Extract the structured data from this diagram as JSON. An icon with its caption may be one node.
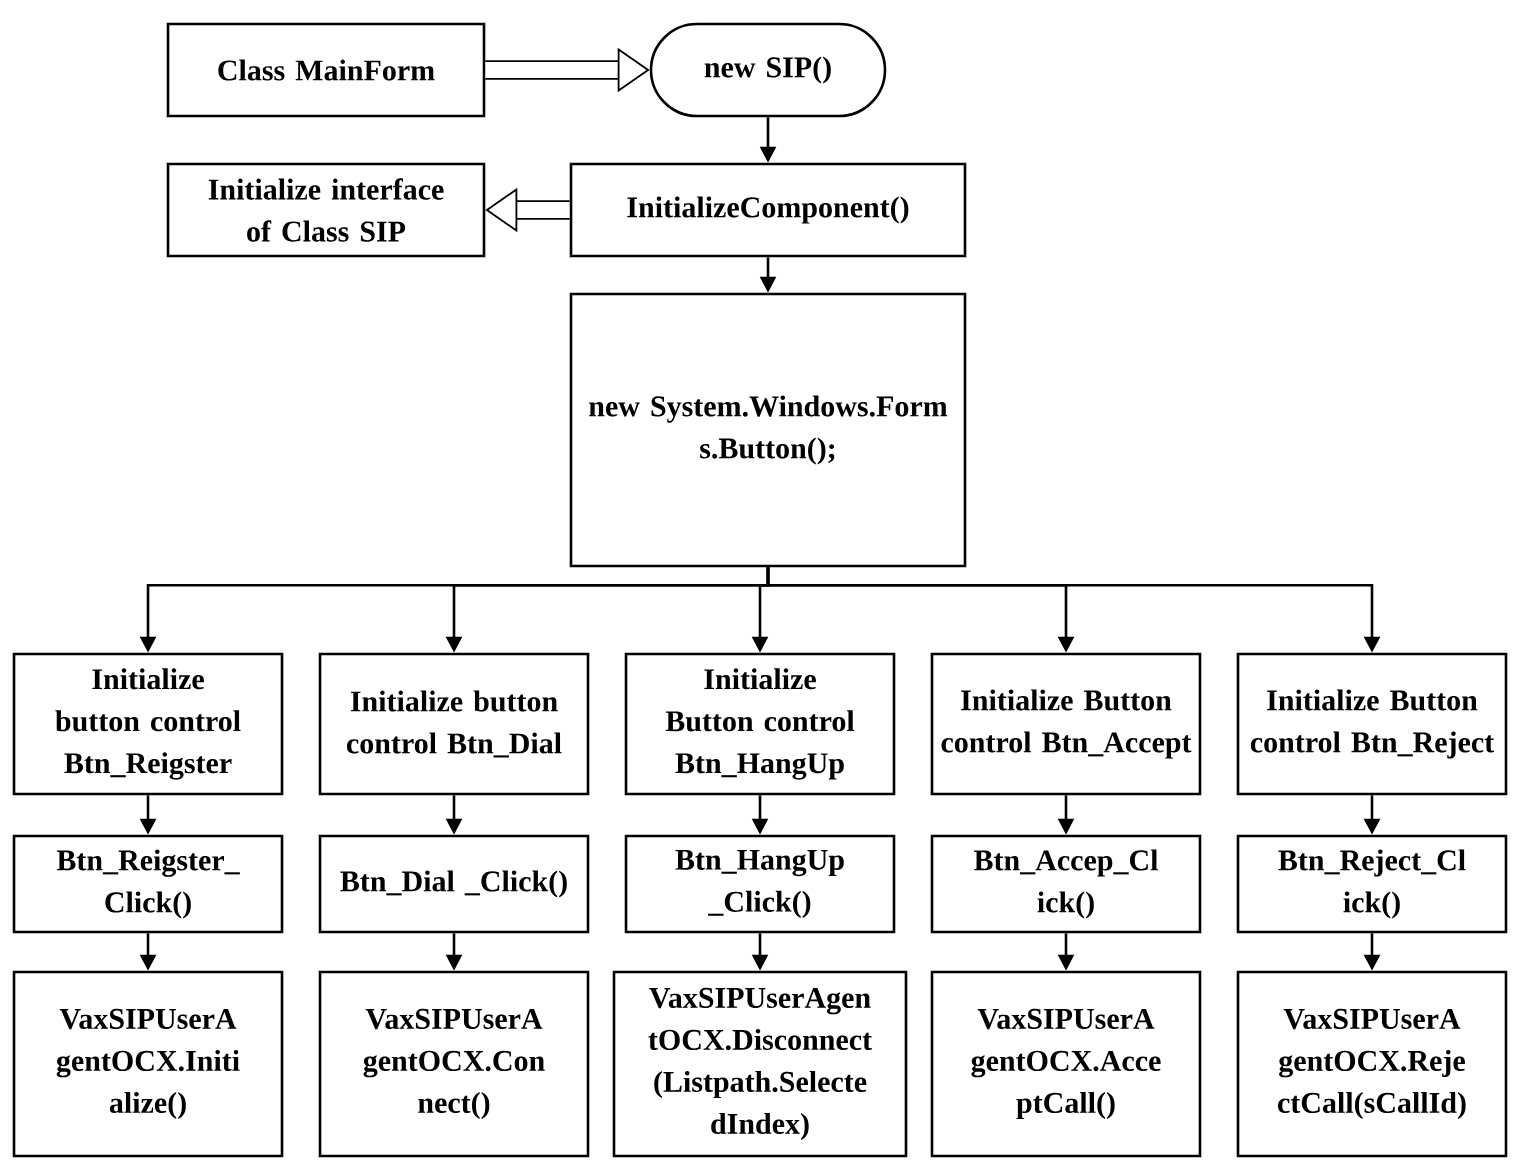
{
  "diagram": {
    "nodes": [
      {
        "text": [
          "Class MainForm"
        ]
      },
      {
        "text": [
          "new SIP()"
        ]
      },
      {
        "text": [
          "Initialize interface of Class SIP"
        ]
      },
      {
        "text": [
          "InitializeComponent()"
        ]
      },
      {
        "text": [
          "new System.Windows.Form s.Button();"
        ]
      },
      {
        "text": [
          "Initialize button control Btn_Reigster"
        ]
      },
      {
        "text": [
          "Initialize button control Btn_Dial"
        ]
      },
      {
        "text": [
          "Initialize Button control Btn_HangUp"
        ]
      },
      {
        "text": [
          "Initialize Button control Btn_Accept"
        ]
      },
      {
        "text": [
          "Initialize Button control Btn_Reject"
        ]
      },
      {
        "text": [
          "Btn_Reigster_ Click()"
        ]
      },
      {
        "text": [
          "Btn_Dial _Click()"
        ]
      },
      {
        "text": [
          "Btn_HangUp _Click()"
        ]
      },
      {
        "text": [
          "Btn_Accep_Cl ick()"
        ]
      },
      {
        "text": [
          "Btn_Reject_Cl ick()"
        ]
      },
      {
        "text": [
          "VaxSIPUserA gentOCX.Initi alize()"
        ]
      },
      {
        "text": [
          "VaxSIPUserA gentOCX.Con nect()"
        ]
      },
      {
        "text": [
          "VaxSIPUserAgen tOCX.Disconnect (Listpath.Selecte dIndex)"
        ]
      },
      {
        "text": [
          "VaxSIPUserA gentOCX.Acce ptCall()"
        ]
      },
      {
        "text": [
          "VaxSIPUserA gentOCX.Reje ctCall(sCallId)"
        ]
      }
    ],
    "edges": [
      {
        "from": 0,
        "to": 1,
        "arrow": "to",
        "style": "thick"
      },
      {
        "from": 1,
        "to": 3,
        "arrow": "to"
      },
      {
        "from": 3,
        "to": 2,
        "arrow": "to",
        "style": "thick"
      },
      {
        "from": 3,
        "to": 4,
        "arrow": "to"
      },
      {
        "from": 4,
        "to": 5,
        "arrow": "to"
      },
      {
        "from": 4,
        "to": 6,
        "arrow": "to"
      },
      {
        "from": 4,
        "to": 7,
        "arrow": "to"
      },
      {
        "from": 4,
        "to": 8,
        "arrow": "to"
      },
      {
        "from": 4,
        "to": 9,
        "arrow": "to"
      },
      {
        "from": 5,
        "to": 10,
        "arrow": "to"
      },
      {
        "from": 6,
        "to": 11,
        "arrow": "to"
      },
      {
        "from": 7,
        "to": 12,
        "arrow": "to"
      },
      {
        "from": 8,
        "to": 13,
        "arrow": "to"
      },
      {
        "from": 9,
        "to": 14,
        "arrow": "to"
      },
      {
        "from": 10,
        "to": 15,
        "arrow": "to"
      },
      {
        "from": 11,
        "to": 16,
        "arrow": "to"
      },
      {
        "from": 12,
        "to": 17,
        "arrow": "to"
      },
      {
        "from": 13,
        "to": 18,
        "arrow": "to"
      },
      {
        "from": 14,
        "to": 19,
        "arrow": "to"
      }
    ]
  }
}
